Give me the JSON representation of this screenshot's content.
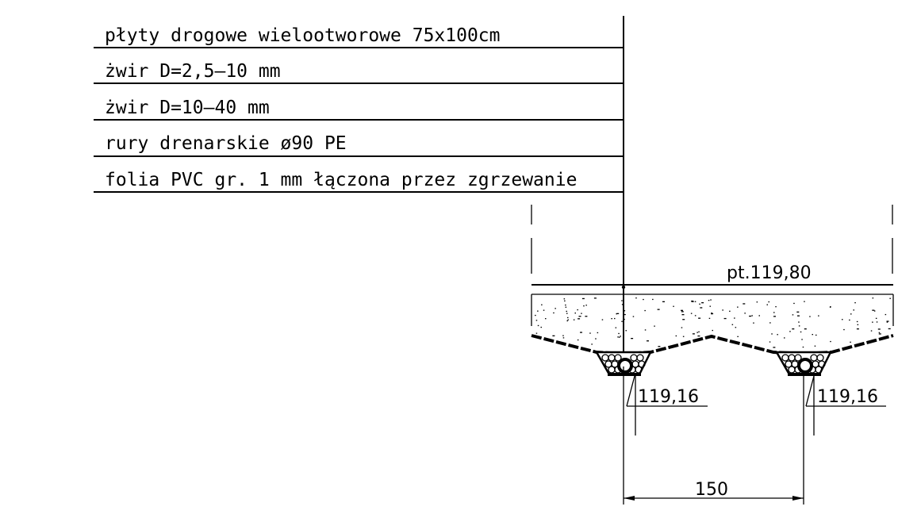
{
  "layers": [
    {
      "label": "płyty drogowe wielootworowe 75x100cm"
    },
    {
      "label": "żwir D=2,5–10 mm"
    },
    {
      "label": "żwir D=10–40 mm"
    },
    {
      "label": "rury drenarskie ø90 PE"
    },
    {
      "label": "folia PVC gr. 1 mm łączona przez zgrzewanie"
    }
  ],
  "section": {
    "surface_level": "pt.119,80",
    "drain_levels": [
      "119,16",
      "119,16"
    ],
    "spacing": "150"
  }
}
